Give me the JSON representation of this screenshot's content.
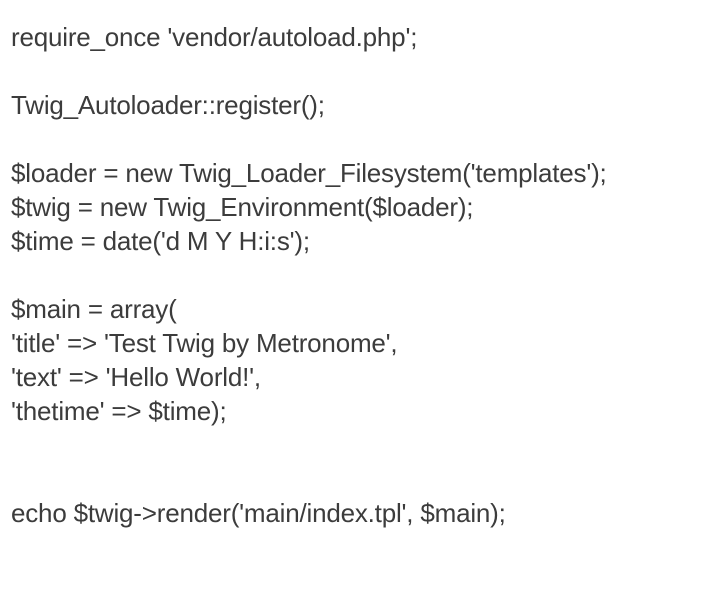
{
  "page": {
    "kind": "plain-text-code-listing",
    "language": "php",
    "background_color": "#ffffff",
    "text_color": "#3c3c3c"
  },
  "code": {
    "lines": [
      "require_once 'vendor/autoload.php';",
      "",
      "Twig_Autoloader::register();",
      "",
      "$loader = new Twig_Loader_Filesystem('templates');",
      "$twig = new Twig_Environment($loader);",
      "$time = date('d M Y H:i:s');",
      "",
      "$main = array(",
      "'title' => 'Test Twig by Metronome',",
      "'text' => 'Hello World!',",
      "'thetime' => $time);",
      "",
      "",
      "echo $twig->render('main/index.tpl', $main);"
    ]
  }
}
